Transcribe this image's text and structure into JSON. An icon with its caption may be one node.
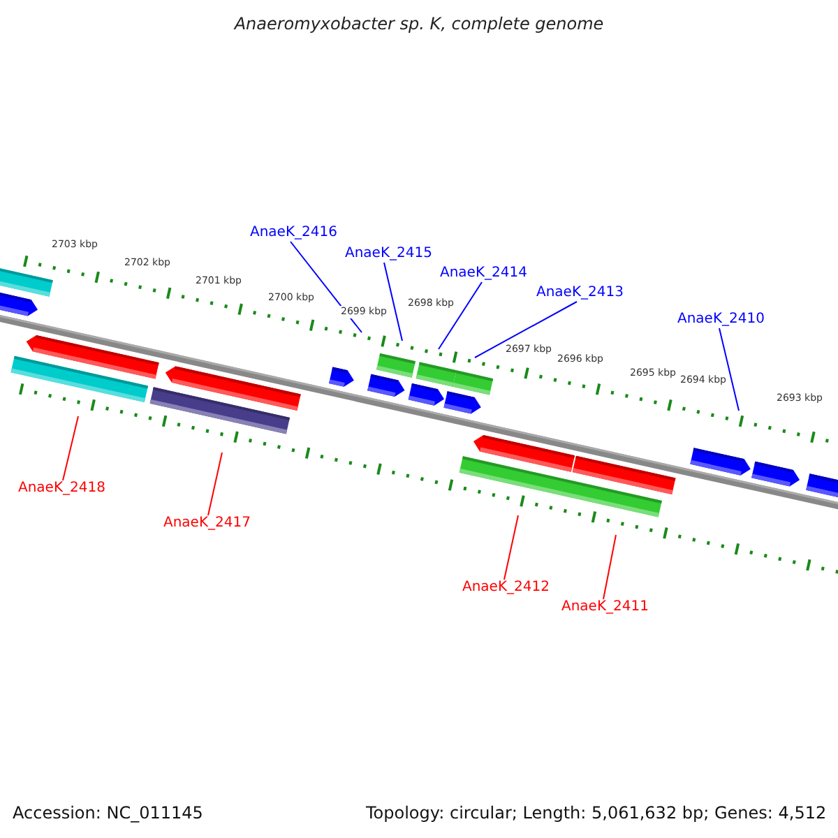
{
  "diagram": {
    "title": "Anaeromyxobacter sp. K, complete genome",
    "nodes": [
      {
        "text": [
          "AnaeK_2416"
        ]
      },
      {
        "text": [
          "AnaeK_2415"
        ]
      },
      {
        "text": [
          "AnaeK_2414"
        ]
      },
      {
        "text": [
          "AnaeK_2413"
        ]
      },
      {
        "text": [
          "AnaeK_2410"
        ]
      },
      {
        "text": [
          "AnaeK_2418"
        ]
      },
      {
        "text": [
          "AnaeK_2417"
        ]
      },
      {
        "text": [
          "AnaeK_2412"
        ]
      },
      {
        "text": [
          "AnaeK_2411"
        ]
      }
    ],
    "edges": [
      {
        "from": 0,
        "to": null,
        "arrow": "none"
      },
      {
        "from": 1,
        "to": null,
        "arrow": "none"
      },
      {
        "from": 2,
        "to": null,
        "arrow": "none"
      },
      {
        "from": 3,
        "to": null,
        "arrow": "none"
      },
      {
        "from": 4,
        "to": null,
        "arrow": "none"
      },
      {
        "from": 5,
        "to": null,
        "arrow": "none",
        "color": "#ff0000"
      },
      {
        "from": 6,
        "to": null,
        "arrow": "none",
        "color": "#ff0000"
      },
      {
        "from": 7,
        "to": null,
        "arrow": "none",
        "color": "#ff0000"
      },
      {
        "from": 8,
        "to": null,
        "arrow": "none",
        "color": "#ff0000"
      }
    ],
    "labels": [
      "2703 kbp",
      "2702 kbp",
      "2701 kbp",
      "2700 kbp",
      "2699 kbp",
      "2698 kbp",
      "2697 kbp",
      "2696 kbp",
      "2695 kbp",
      "2694 kbp",
      "2693 kbp",
      "Accession: NC_011145",
      "Topology: circular; Length: 5,061,632 bp; Genes: 4,512"
    ]
  }
}
